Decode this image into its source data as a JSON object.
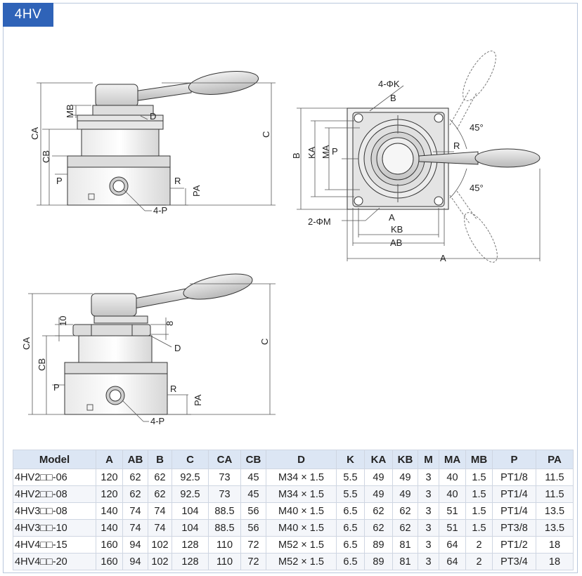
{
  "badge": "4HV",
  "drawing_labels": {
    "side_top": {
      "MB": "MB",
      "D": "D",
      "CA": "CA",
      "CB": "CB",
      "C": "C",
      "P": "P",
      "R": "R",
      "PA": "PA",
      "port": "4-P"
    },
    "plan": {
      "hole": "4-ΦK",
      "B_arrow": "B",
      "P": "P",
      "R": "R",
      "A_arrow": "A",
      "B": "B",
      "KA": "KA",
      "MA": "MA",
      "angle_upper": "45°",
      "angle_lower": "45°",
      "bolt": "2-ΦM",
      "KB": "KB",
      "AB": "AB",
      "A": "A"
    },
    "side_bottom": {
      "dim10": "10",
      "dim8": "8",
      "D": "D",
      "CA": "CA",
      "CB": "CB",
      "C": "C",
      "P": "P",
      "R": "R",
      "PA": "PA",
      "port": "4-P"
    }
  },
  "table": {
    "headers": [
      "Model",
      "A",
      "AB",
      "B",
      "C",
      "CA",
      "CB",
      "D",
      "K",
      "KA",
      "KB",
      "M",
      "MA",
      "MB",
      "P",
      "PA"
    ],
    "rows": [
      [
        "4HV2□□-06",
        "120",
        "62",
        "62",
        "92.5",
        "73",
        "45",
        "M34 × 1.5",
        "5.5",
        "49",
        "49",
        "3",
        "40",
        "1.5",
        "PT1/8",
        "11.5"
      ],
      [
        "4HV2□□-08",
        "120",
        "62",
        "62",
        "92.5",
        "73",
        "45",
        "M34 × 1.5",
        "5.5",
        "49",
        "49",
        "3",
        "40",
        "1.5",
        "PT1/4",
        "11.5"
      ],
      [
        "4HV3□□-08",
        "140",
        "74",
        "74",
        "104",
        "88.5",
        "56",
        "M40 × 1.5",
        "6.5",
        "62",
        "62",
        "3",
        "51",
        "1.5",
        "PT1/4",
        "13.5"
      ],
      [
        "4HV3□□-10",
        "140",
        "74",
        "74",
        "104",
        "88.5",
        "56",
        "M40 × 1.5",
        "6.5",
        "62",
        "62",
        "3",
        "51",
        "1.5",
        "PT3/8",
        "13.5"
      ],
      [
        "4HV4□□-15",
        "160",
        "94",
        "102",
        "128",
        "110",
        "72",
        "M52 × 1.5",
        "6.5",
        "89",
        "81",
        "3",
        "64",
        "2",
        "PT1/2",
        "18"
      ],
      [
        "4HV4□□-20",
        "160",
        "94",
        "102",
        "128",
        "110",
        "72",
        "M52 × 1.5",
        "6.5",
        "89",
        "81",
        "3",
        "64",
        "2",
        "PT3/4",
        "18"
      ]
    ]
  }
}
